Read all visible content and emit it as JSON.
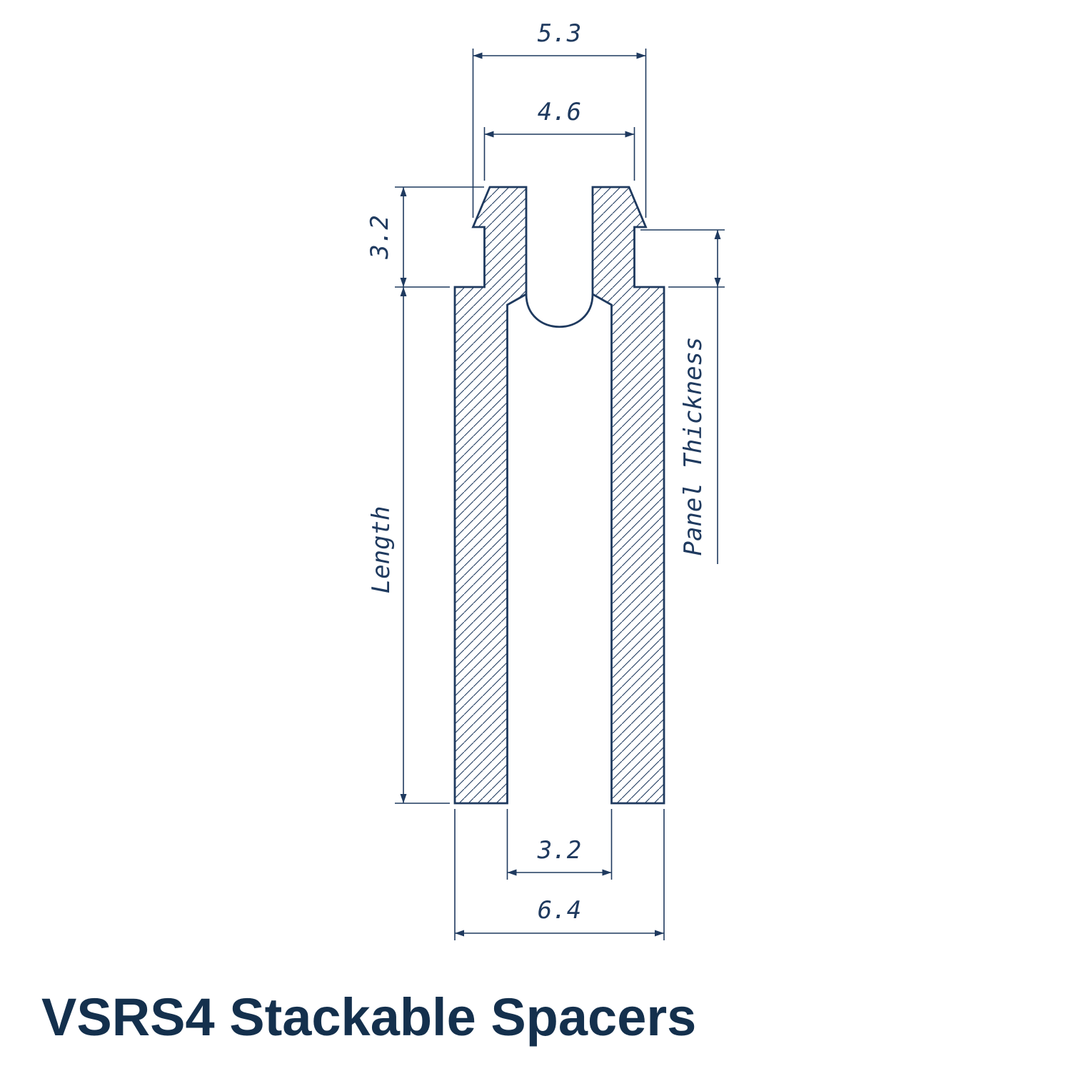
{
  "title": "VSRS4 Stackable Spacers",
  "colors": {
    "line": "#1f3a5f",
    "text": "#1f3a5f",
    "title_text": "#14304d",
    "background": "#ffffff"
  },
  "drawing": {
    "type": "cross-section technical drawing with hatching",
    "dimensions": {
      "top_outer_width": "5.3",
      "top_inner_width": "4.6",
      "tip_height": "3.2",
      "panel_thickness_label": "Panel Thickness",
      "length_label": "Length",
      "bore_width": "3.2",
      "body_width": "6.4"
    }
  }
}
